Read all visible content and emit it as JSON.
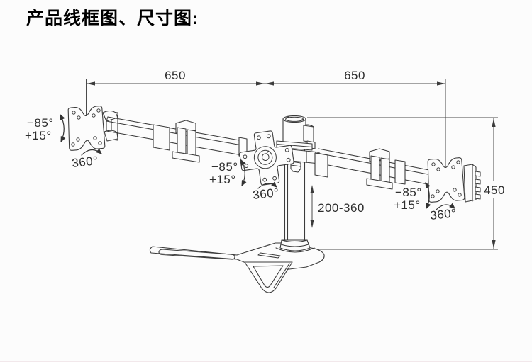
{
  "page": {
    "title": "产品线框图、尺寸图:"
  },
  "dimensions": {
    "left_arm_span": "650",
    "right_arm_span": "650",
    "overall_height": "450",
    "pole_height_range": "200-360"
  },
  "mounts": [
    {
      "position": "left",
      "tilt_down": "−85°",
      "tilt_up": "+15°",
      "swivel": "360°"
    },
    {
      "position": "center",
      "tilt_down": "−85°",
      "tilt_up": "+15°",
      "swivel": "360°"
    },
    {
      "position": "right",
      "tilt_down": "−85°",
      "tilt_up": "+15°",
      "swivel": "360°"
    }
  ]
}
